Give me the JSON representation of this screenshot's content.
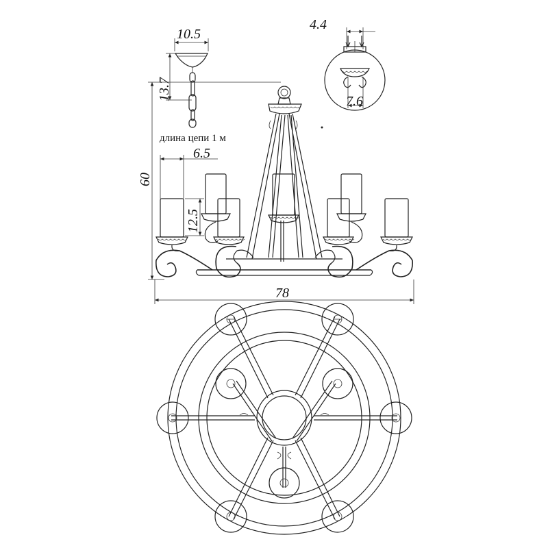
{
  "dimensions": {
    "canopy_width": "10.5",
    "canopy_height": "13.7",
    "mount_width": "4.4",
    "hook_width": "7.6",
    "total_height": "60",
    "candle_width": "6.5",
    "candle_height": "12.5",
    "total_width": "78"
  },
  "notes": {
    "chain_length": "длина цепи 1 м"
  },
  "colors": {
    "line": "#222222",
    "background": "#ffffff"
  }
}
